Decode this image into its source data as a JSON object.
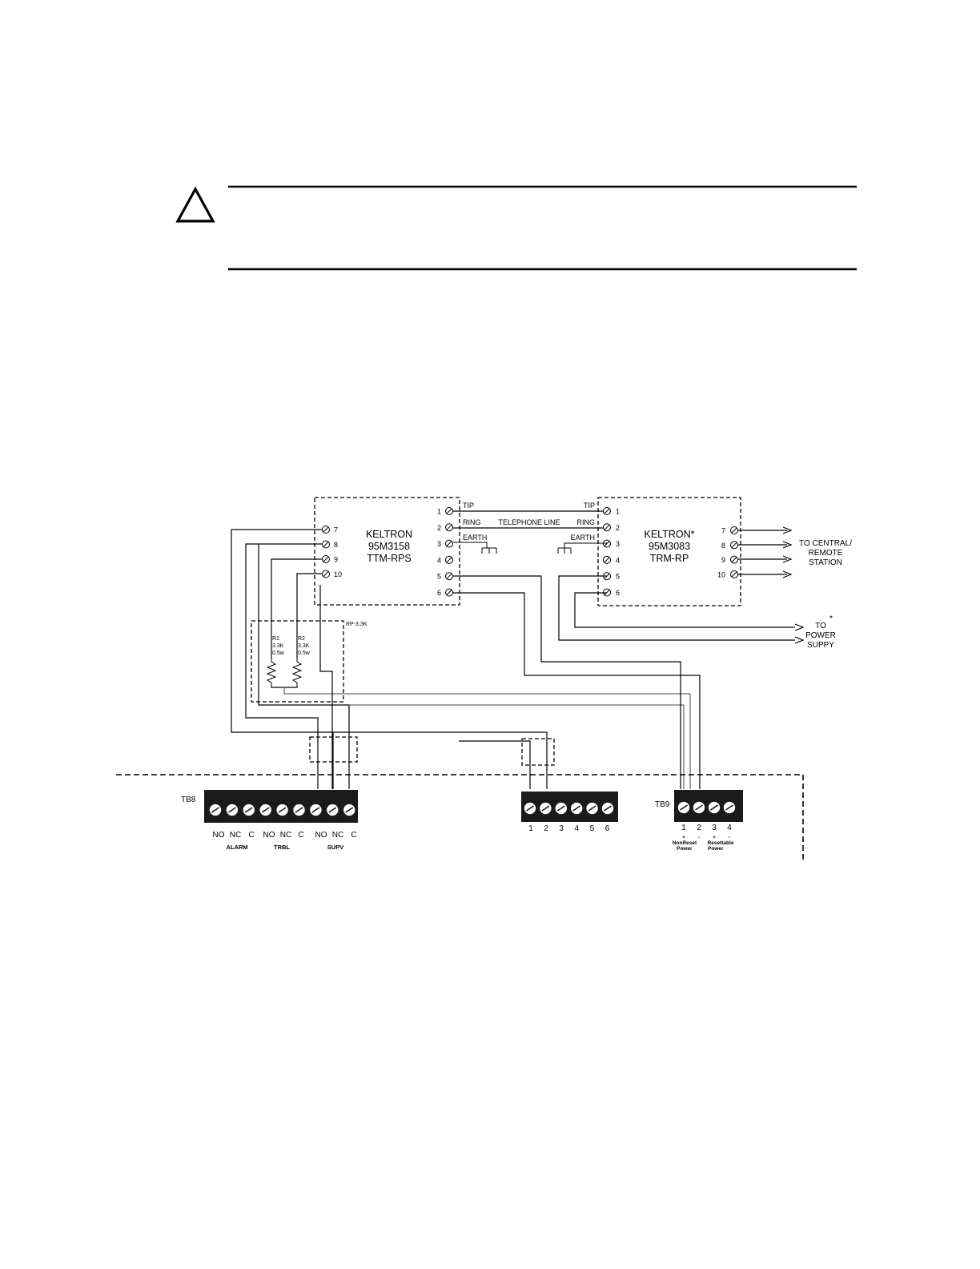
{
  "caution": {
    "icon": "caution-triangle-icon"
  },
  "ttm": {
    "title_lines": [
      "KELTRON",
      "95M3158",
      "TTM-RPS"
    ],
    "right_terminals": [
      "1",
      "2",
      "3",
      "4",
      "5",
      "6"
    ],
    "left_terminals": [
      "7",
      "8",
      "9",
      "10"
    ],
    "tip": "TIP",
    "ring": "RING",
    "earth": "EARTH"
  },
  "telephone_line": "TELEPHONE LINE",
  "trm": {
    "title_lines": [
      "KELTRON*",
      "95M3083",
      "TRM-RP"
    ],
    "left_terminals": [
      "1",
      "2",
      "3",
      "4",
      "5",
      "6"
    ],
    "right_terminals": [
      "7",
      "8",
      "9",
      "10"
    ],
    "tip": "TIP",
    "ring": "RING",
    "earth": "EARTH"
  },
  "central_station": [
    "TO CENTRAL/",
    "REMOTE",
    "STATION"
  ],
  "power_supply": [
    "TO",
    "POWER",
    "SUPPY"
  ],
  "power_star": "*",
  "resistor_pack": {
    "label": "RP-3.3K",
    "r1": [
      "R1",
      "3.3K",
      "0.5w"
    ],
    "r2": [
      "R2",
      "3.3K",
      "0.5w"
    ]
  },
  "tb8": {
    "label": "TB8",
    "contacts": [
      "NO",
      "NC",
      "C",
      "NO",
      "NC",
      "C",
      "NO",
      "NC",
      "C"
    ],
    "groups": [
      "ALARM",
      "TRBL",
      "SUPV"
    ]
  },
  "tb_mid": {
    "numbers": [
      "1",
      "2",
      "3",
      "4",
      "5",
      "6"
    ]
  },
  "tb9": {
    "label": "TB9",
    "numbers": [
      "1",
      "2",
      "3",
      "4"
    ],
    "polarity": [
      "+",
      "-",
      "+",
      "-"
    ],
    "groups": [
      [
        "NonReset",
        "Power"
      ],
      [
        "Resettable",
        "Power"
      ]
    ]
  }
}
